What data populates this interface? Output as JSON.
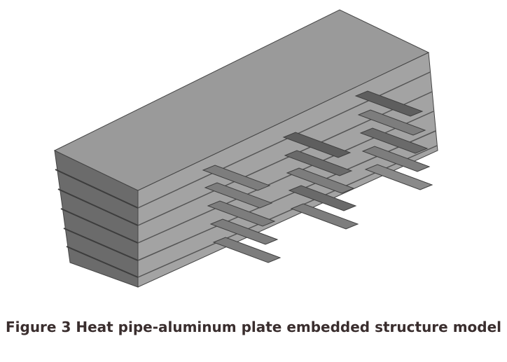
{
  "figure": {
    "caption": "Figure 3 Heat pipe-aluminum plate embedded structure model",
    "alt": "Isometric 3D model of stacked aluminum plates with embedded flat heat pipes protruding from the front face in a staggered pattern",
    "structure": {
      "aluminum_plates": 5,
      "heat_pipe_columns": 3,
      "colors": {
        "top_face": "#9a9a9a",
        "front_face": "#a3a3a3",
        "side_face": "#6b6b6b",
        "heat_pipe": "#7d7d7d",
        "heat_pipe_dark": "#5e5e5e",
        "edge_line": "#3f3f3f"
      }
    }
  }
}
